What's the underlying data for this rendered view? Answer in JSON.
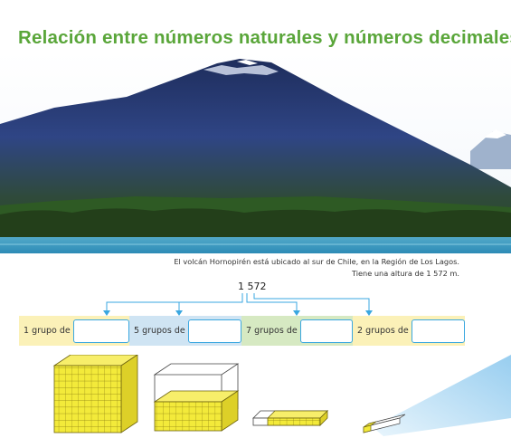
{
  "title": "Relación entre números naturales y números decimales",
  "photo": {
    "description_icon": "volcano-photo"
  },
  "caption": {
    "line1": "El volcán Hornopirén está ubicado al sur de Chile, en la Región de Los Lagos.",
    "line2": "Tiene una altura de 1 572 m."
  },
  "number": "1 572",
  "groups": [
    {
      "label": "1 grupo de"
    },
    {
      "label": "5 grupos de"
    },
    {
      "label": "7 grupos de"
    },
    {
      "label": "2 grupos de"
    }
  ],
  "colors": {
    "title": "#5aa63a",
    "arrow": "#3aa7e0",
    "cube": "#f3ea3a",
    "yellow_cell": "#fbf1b8",
    "blue_cell": "#cfe4f3",
    "green_cell": "#d6e9c2"
  }
}
